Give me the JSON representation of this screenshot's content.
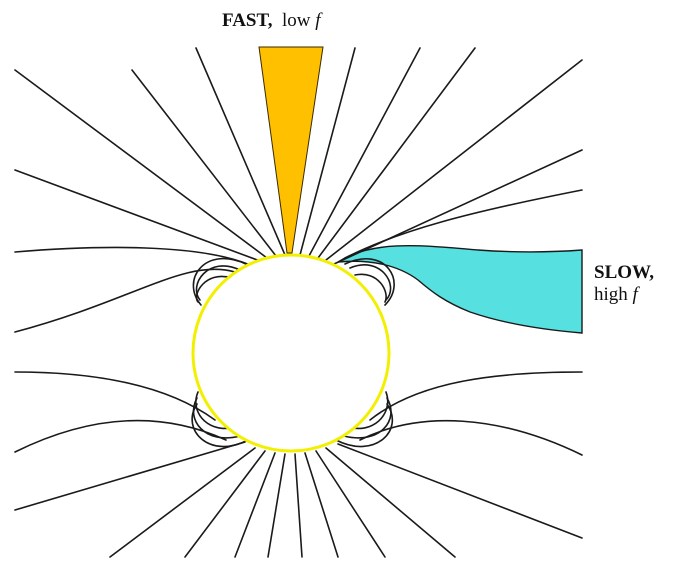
{
  "diagram": {
    "fast_label": {
      "strong": "FAST,",
      "normal": "low",
      "symbol": "f"
    },
    "slow_label": {
      "strong": "SLOW,",
      "normal": "high",
      "symbol": "f"
    },
    "colors": {
      "fast_wind": "#ffc000",
      "slow_wind": "#56e0df",
      "sun_outline": "#f2f000",
      "field_lines": "#1a1a1a"
    }
  }
}
